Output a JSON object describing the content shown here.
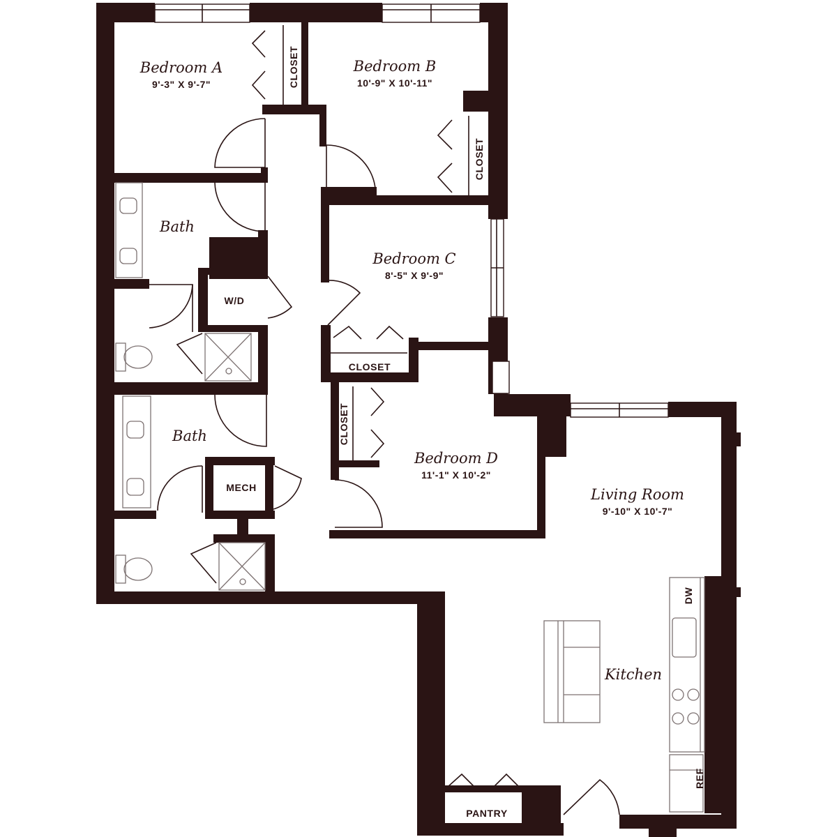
{
  "colors": {
    "wall": "#2a1414",
    "line": "#2a1414",
    "fixture": "#7d7272",
    "text": "#2a1414",
    "background": "#ffffff"
  },
  "rooms": {
    "bedroom_a": {
      "name": "Bedroom A",
      "dims": "9'-3\" X 9'-7\""
    },
    "bedroom_b": {
      "name": "Bedroom B",
      "dims": "10'-9\" X 10'-11\""
    },
    "bedroom_c": {
      "name": "Bedroom C",
      "dims": "8'-5\" X 9'-9\""
    },
    "bedroom_d": {
      "name": "Bedroom D",
      "dims": "11'-1\" X 10'-2\""
    },
    "bath_1": {
      "name": "Bath"
    },
    "bath_2": {
      "name": "Bath"
    },
    "living_room": {
      "name": "Living Room",
      "dims": "9'-10\" X 10'-7\""
    },
    "kitchen": {
      "name": "Kitchen"
    }
  },
  "labels": {
    "closet_a": "CLOSET",
    "closet_b": "CLOSET",
    "closet_c": "CLOSET",
    "closet_d": "CLOSET",
    "wd": "W/D",
    "mech": "MECH",
    "pantry": "PANTRY",
    "dw": "DW",
    "ref": "REF"
  },
  "icons": [
    "door-swing-icon",
    "window-icon",
    "sink-icon",
    "toilet-icon",
    "shower-icon",
    "cooktop-icon",
    "bifold-door-icon"
  ]
}
